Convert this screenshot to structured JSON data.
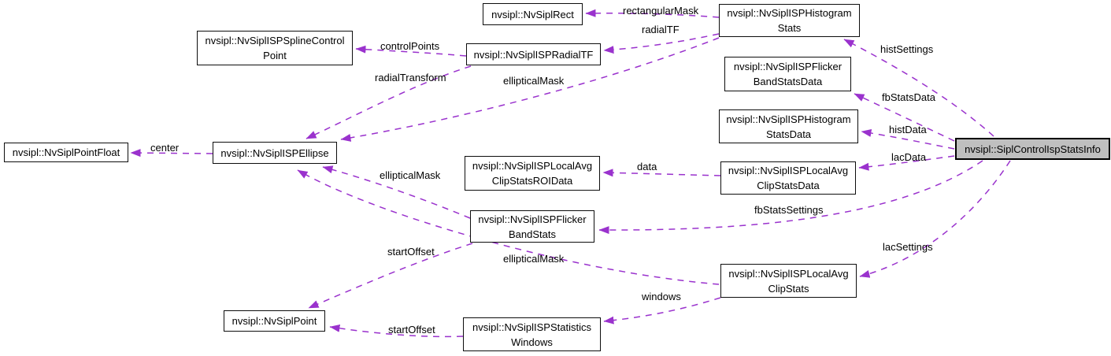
{
  "diagram": {
    "type": "doxygen-collaboration-graph",
    "accent_color": "#9a32cd",
    "highlight_fill": "#bfbfbf",
    "nodes": {
      "point_float": {
        "label": "nvsipl::NvSiplPointFloat"
      },
      "spline_control_point": {
        "label": "nvsipl::NvSiplISPSplineControl\nPoint"
      },
      "rect": {
        "label": "nvsipl::NvSiplRect"
      },
      "radial_tf": {
        "label": "nvsipl::NvSiplISPRadialTF"
      },
      "histogram_stats": {
        "label": "nvsipl::NvSiplISPHistogram\nStats"
      },
      "flicker_band_stats_data": {
        "label": "nvsipl::NvSiplISPFlicker\nBandStatsData"
      },
      "histogram_stats_data": {
        "label": "nvsipl::NvSiplISPHistogram\nStatsData"
      },
      "local_avg_clip_stats_data": {
        "label": "nvsipl::NvSiplISPLocalAvg\nClipStatsData"
      },
      "ellipse": {
        "label": "nvsipl::NvSiplISPEllipse"
      },
      "local_avg_clip_stats_roi_data": {
        "label": "nvsipl::NvSiplISPLocalAvg\nClipStatsROIData"
      },
      "flicker_band_stats": {
        "label": "nvsipl::NvSiplISPFlicker\nBandStats"
      },
      "local_avg_clip_stats": {
        "label": "nvsipl::NvSiplISPLocalAvg\nClipStats"
      },
      "sipl_point": {
        "label": "nvsipl::NvSiplPoint"
      },
      "statistics_windows": {
        "label": "nvsipl::NvSiplISPStatistics\nWindows"
      },
      "stats_info": {
        "label": "nvsipl::SiplControlIspStatsInfo"
      }
    },
    "edges": [
      {
        "from": "ellipse",
        "to": "point_float",
        "label": "center"
      },
      {
        "from": "radial_tf",
        "to": "spline_control_point",
        "label": "controlPoints"
      },
      {
        "from": "histogram_stats",
        "to": "rect",
        "label": "rectangularMask"
      },
      {
        "from": "histogram_stats",
        "to": "radial_tf",
        "label": "radialTF"
      },
      {
        "from": "radial_tf",
        "to": "ellipse",
        "label": "radialTransform"
      },
      {
        "from": "histogram_stats",
        "to": "ellipse",
        "label": "ellipticalMask"
      },
      {
        "from": "stats_info",
        "to": "histogram_stats",
        "label": "histSettings"
      },
      {
        "from": "stats_info",
        "to": "flicker_band_stats_data",
        "label": "fbStatsData"
      },
      {
        "from": "stats_info",
        "to": "histogram_stats_data",
        "label": "histData"
      },
      {
        "from": "stats_info",
        "to": "local_avg_clip_stats_data",
        "label": "lacData"
      },
      {
        "from": "stats_info",
        "to": "flicker_band_stats",
        "label": "fbStatsSettings"
      },
      {
        "from": "stats_info",
        "to": "local_avg_clip_stats",
        "label": "lacSettings"
      },
      {
        "from": "local_avg_clip_stats_data",
        "to": "local_avg_clip_stats_roi_data",
        "label": "data"
      },
      {
        "from": "local_avg_clip_stats",
        "to": "statistics_windows",
        "label": "windows"
      },
      {
        "from": "flicker_band_stats",
        "to": "ellipse",
        "label": "ellipticalMask"
      },
      {
        "from": "local_avg_clip_stats",
        "to": "ellipse",
        "label": "ellipticalMask"
      },
      {
        "from": "flicker_band_stats",
        "to": "sipl_point",
        "label": "startOffset"
      },
      {
        "from": "statistics_windows",
        "to": "sipl_point",
        "label": "startOffset"
      }
    ]
  }
}
